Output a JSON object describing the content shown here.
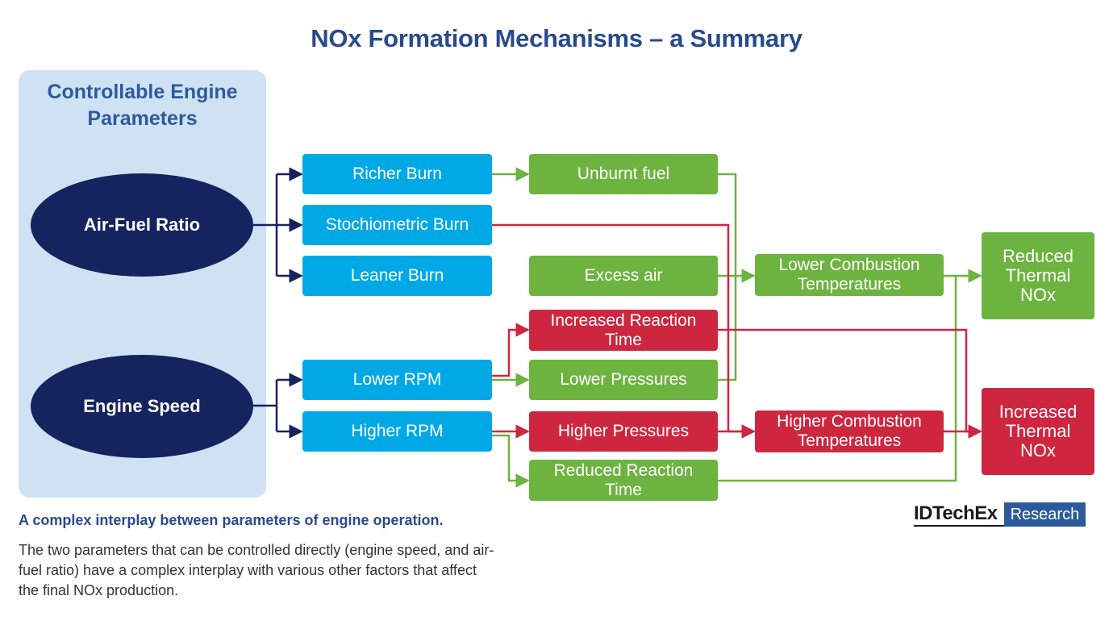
{
  "title": "NOx Formation Mechanisms – a Summary",
  "panel": {
    "title": "Controllable Engine Parameters"
  },
  "nodes": {
    "air_fuel": "Air-Fuel Ratio",
    "engine_speed": "Engine Speed",
    "richer_burn": "Richer Burn",
    "stoich_burn": "Stochiometric Burn",
    "leaner_burn": "Leaner Burn",
    "lower_rpm": "Lower RPM",
    "higher_rpm": "Higher RPM",
    "unburnt_fuel": "Unburnt fuel",
    "excess_air": "Excess air",
    "increased_reaction_time": "Increased Reaction Time",
    "lower_pressures": "Lower Pressures",
    "higher_pressures": "Higher Pressures",
    "reduced_reaction_time": "Reduced Reaction Time",
    "lower_combustion_temps": "Lower Combustion Temperatures",
    "higher_combustion_temps": "Higher Combustion Temperatures",
    "reduced_thermal_nox": "Reduced Thermal NOx",
    "increased_thermal_nox": "Increased Thermal NOx"
  },
  "caption": {
    "heading": "A complex interplay between parameters of engine operation.",
    "body": "The two parameters that can be controlled directly (engine speed, and air-fuel ratio) have a complex interplay with various other factors that affect the final NOx production."
  },
  "logo": {
    "name": "IDTechEx",
    "tag": "Research"
  },
  "colors": {
    "navy": "#15235e",
    "blue": "#00a9e6",
    "green": "#6db33f",
    "red": "#cf2640",
    "panel": "#cfe2f4",
    "title": "#2a4a8c"
  }
}
